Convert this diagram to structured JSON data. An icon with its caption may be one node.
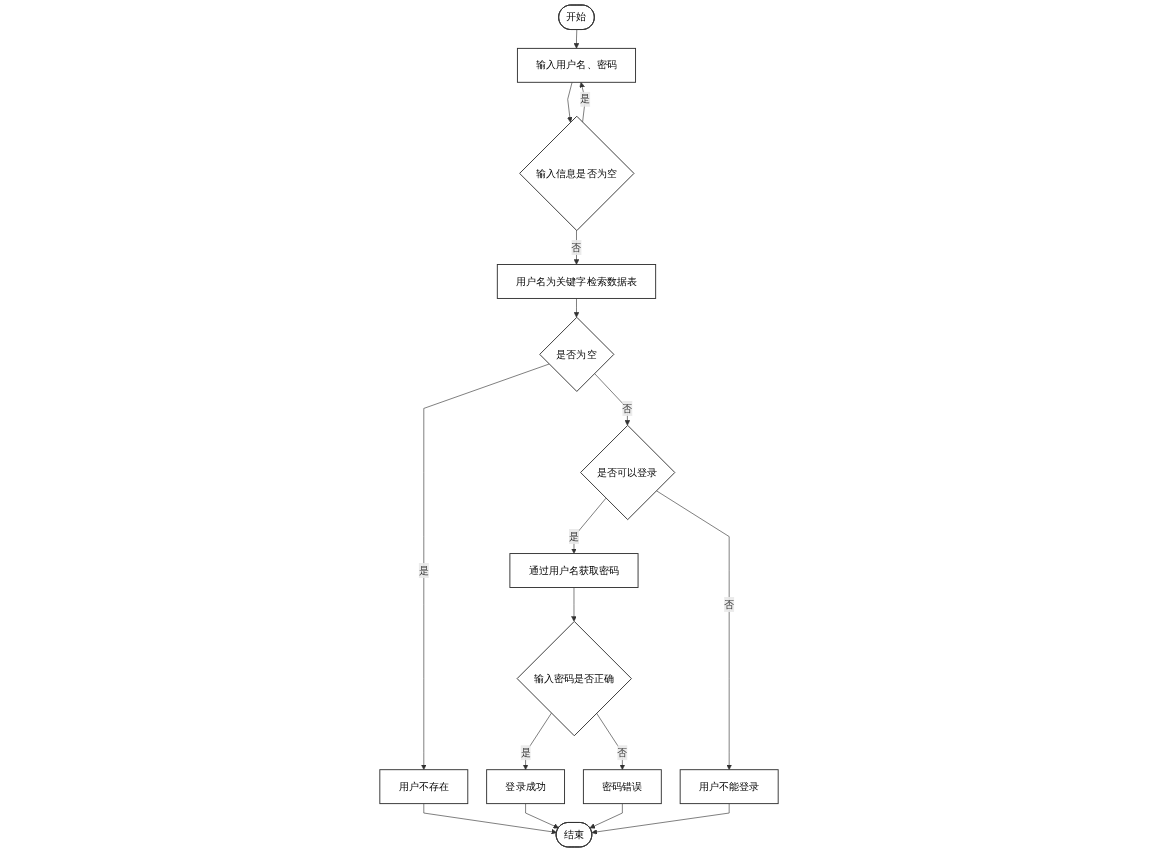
{
  "diagram": {
    "nodes": [
      {
        "text": [
          "开始"
        ]
      },
      {
        "text": [
          "输入用户名、密码"
        ]
      },
      {
        "text": [
          "输入信息是否为空"
        ]
      },
      {
        "text": [
          "用户名为关键字检索数据表"
        ]
      },
      {
        "text": [
          "是否为空"
        ]
      },
      {
        "text": [
          "用户不存在"
        ]
      },
      {
        "text": [
          "是否可以登录"
        ]
      },
      {
        "text": [
          "通过用户名获取密码"
        ]
      },
      {
        "text": [
          "用户不能登录"
        ]
      },
      {
        "text": [
          "输入密码是否正确"
        ]
      },
      {
        "text": [
          "登录成功"
        ]
      },
      {
        "text": [
          "密码错误"
        ]
      },
      {
        "text": [
          "结束"
        ]
      }
    ],
    "edges": [
      {
        "from": 0,
        "to": 1,
        "arrow": "to"
      },
      {
        "from": 1,
        "to": 2,
        "arrow": "to"
      },
      {
        "from": 2,
        "to": 1,
        "arrow": "to",
        "label": "是"
      },
      {
        "from": 2,
        "to": 3,
        "arrow": "to",
        "label": "否"
      },
      {
        "from": 3,
        "to": 4,
        "arrow": "to"
      },
      {
        "from": 4,
        "to": 5,
        "arrow": "to",
        "label": "是"
      },
      {
        "from": 4,
        "to": 6,
        "arrow": "to",
        "label": "否"
      },
      {
        "from": 6,
        "to": 7,
        "arrow": "to",
        "label": "是"
      },
      {
        "from": 6,
        "to": 8,
        "arrow": "to",
        "label": "否"
      },
      {
        "from": 7,
        "to": 9,
        "arrow": "to"
      },
      {
        "from": 9,
        "to": 10,
        "arrow": "to",
        "label": "是"
      },
      {
        "from": 9,
        "to": 11,
        "arrow": "to",
        "label": "否"
      },
      {
        "from": 5,
        "to": 12,
        "arrow": "to"
      },
      {
        "from": 10,
        "to": 12,
        "arrow": "to"
      },
      {
        "from": 11,
        "to": 12,
        "arrow": "to"
      },
      {
        "from": 8,
        "to": 12,
        "arrow": "to"
      }
    ]
  }
}
